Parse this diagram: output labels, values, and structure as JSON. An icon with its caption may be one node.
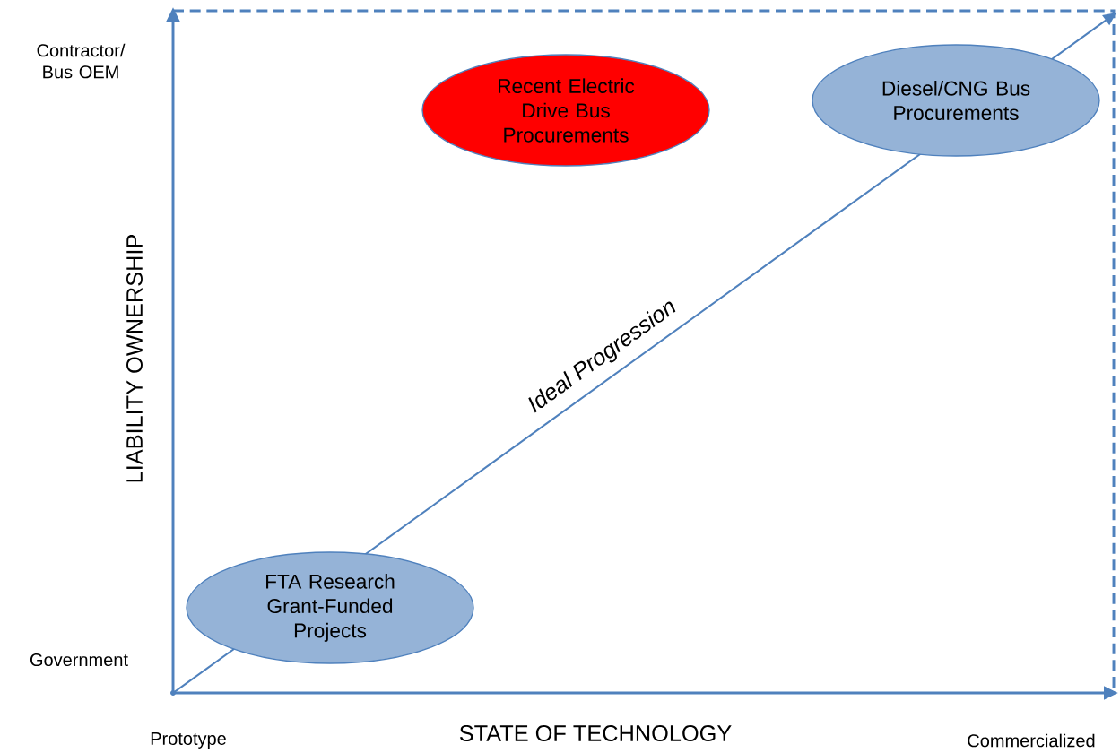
{
  "diagram": {
    "nodes": [
      {
        "text": [
          "Recent Electric Drive Bus Procurements"
        ]
      },
      {
        "text": [
          "Diesel/CNG Bus Procurements"
        ]
      },
      {
        "text": [
          "FTA Research Grant-Funded Projects"
        ]
      }
    ],
    "labels": [
      "Contractor/ Bus OEM",
      "LIABILITY OWNERSHIP",
      "Ideal Progression",
      "Government",
      "STATE OF TECHNOLOGY",
      "Prototype",
      "Commercialized"
    ]
  }
}
